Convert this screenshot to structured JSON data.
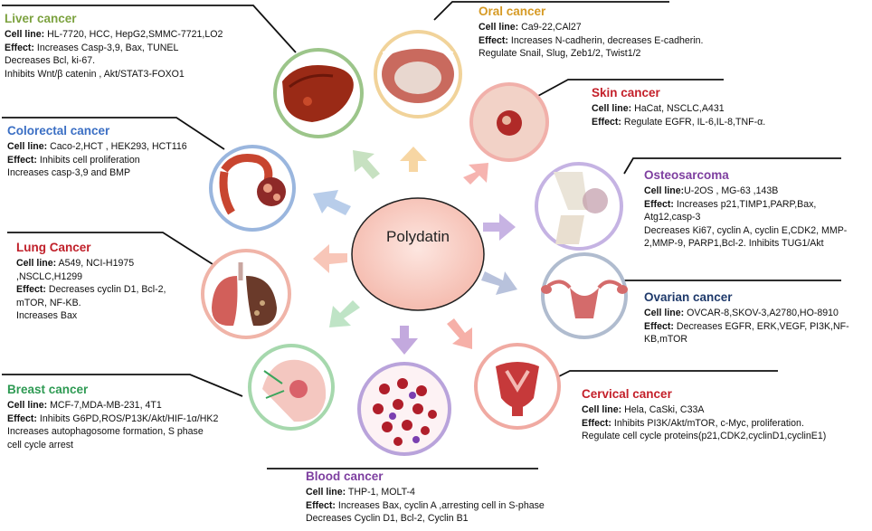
{
  "center": {
    "label": "Polydatin"
  },
  "cancers": {
    "liver": {
      "title": "Liver cancer",
      "color": "#7ca23f",
      "lines": [
        {
          "label": "Cell line:",
          "text": " HL-7720, HCC, HepG2,SMMC-7721,LO2"
        },
        {
          "label": "Effect:",
          "text": " Increases Casp-3,9, Bax, TUNEL"
        },
        {
          "label": "",
          "text": "Decreases Bcl, ki-67."
        },
        {
          "label": "",
          "text": "Inhibits Wnt/β catenin , Akt/STAT3-FOXO1"
        }
      ]
    },
    "colorectal": {
      "title": "Colorectal cancer",
      "color": "#3b6fc4",
      "lines": [
        {
          "label": "Cell line:",
          "text": " Caco-2,HCT , HEK293, HCT116"
        },
        {
          "label": "Effect:",
          "text": " Inhibits cell proliferation"
        },
        {
          "label": "",
          "text": "Increases casp-3,9 and BMP"
        }
      ]
    },
    "lung": {
      "title": "Lung Cancer",
      "color": "#c0202a",
      "lines": [
        {
          "label": "Cell line:",
          "text": " A549, NCI-H1975"
        },
        {
          "label": "",
          "text": ",NSCLC,H1299"
        },
        {
          "label": "Effect:",
          "text": " Decreases cyclin D1, Bcl-2,"
        },
        {
          "label": "",
          "text": "mTOR, NF-KB."
        },
        {
          "label": "",
          "text": " Increases Bax"
        }
      ]
    },
    "breast": {
      "title": "Breast cancer",
      "color": "#2e9a53",
      "lines": [
        {
          "label": "Cell line:",
          "text": " MCF-7,MDA-MB-231, 4T1"
        },
        {
          "label": "Effect:",
          "text": " Inhibits G6PD,ROS/P13K/Akt/HIF-1α/HK2"
        },
        {
          "label": "",
          "text": "Increases autophagosome formation, S phase"
        },
        {
          "label": "",
          "text": "cell cycle arrest"
        }
      ]
    },
    "blood": {
      "title": "Blood cancer",
      "color": "#7e3fa0",
      "lines": [
        {
          "label": "Cell line:",
          "text": " THP-1, MOLT-4"
        },
        {
          "label": "Effect:",
          "text": " Increases Bax, cyclin A ,arresting cell in S-phase"
        },
        {
          "label": "",
          "text": "Decreases Cyclin D1, Bcl-2, Cyclin B1"
        }
      ]
    },
    "oral": {
      "title": "Oral cancer",
      "color": "#d69a24",
      "lines": [
        {
          "label": "Cell line:",
          "text": " Ca9-22,CAl27"
        },
        {
          "label": "Effect:",
          "text": " Increases N-cadherin, decreases E-cadherin."
        },
        {
          "label": "",
          "text": "Regulate Snail, Slug, Zeb1/2, Twist1/2"
        }
      ]
    },
    "skin": {
      "title": "Skin cancer",
      "color": "#c4202a",
      "lines": [
        {
          "label": "Cell line:",
          "text": " HaCat, NSCLC,A431"
        },
        {
          "label": "Effect:",
          "text": " Regulate EGFR, IL-6,IL-8,TNF-α."
        }
      ]
    },
    "osteo": {
      "title": "Osteosarcoma",
      "color": "#7e3fa0",
      "lines": [
        {
          "label": "Cell line:",
          "text": "U-2OS , MG-63 ,143B"
        },
        {
          "label": "Effect:",
          "text": " Increases p21,TIMP1,PARP,Bax,"
        },
        {
          "label": "",
          "text": "Atg12,casp-3"
        },
        {
          "label": "",
          "text": "Decreases Ki67, cyclin A, cyclin E,CDK2, MMP-"
        },
        {
          "label": "",
          "text": "2,MMP-9, PARP1,Bcl-2. Inhibits TUG1/Akt"
        }
      ]
    },
    "ovarian": {
      "title": "Ovarian cancer",
      "color": "#1f3a6b",
      "lines": [
        {
          "label": "Cell line:",
          "text": " OVCAR-8,SKOV-3,A2780,HO-8910"
        },
        {
          "label": "Effect:",
          "text": " Decreases EGFR, ERK,VEGF, PI3K,NF-"
        },
        {
          "label": "",
          "text": "KB,mTOR"
        }
      ]
    },
    "cervical": {
      "title": "Cervical cancer",
      "color": "#c4202a",
      "lines": [
        {
          "label": "Cell line:",
          "text": " Hela, CaSki, C33A"
        },
        {
          "label": "Effect:",
          "text": " Inhibits PI3K/Akt/mTOR, c-Myc, proliferation."
        },
        {
          "label": "",
          "text": "Regulate cell cycle proteins(p21,CDK2,cyclinD1,cyclinE1)"
        }
      ]
    }
  }
}
